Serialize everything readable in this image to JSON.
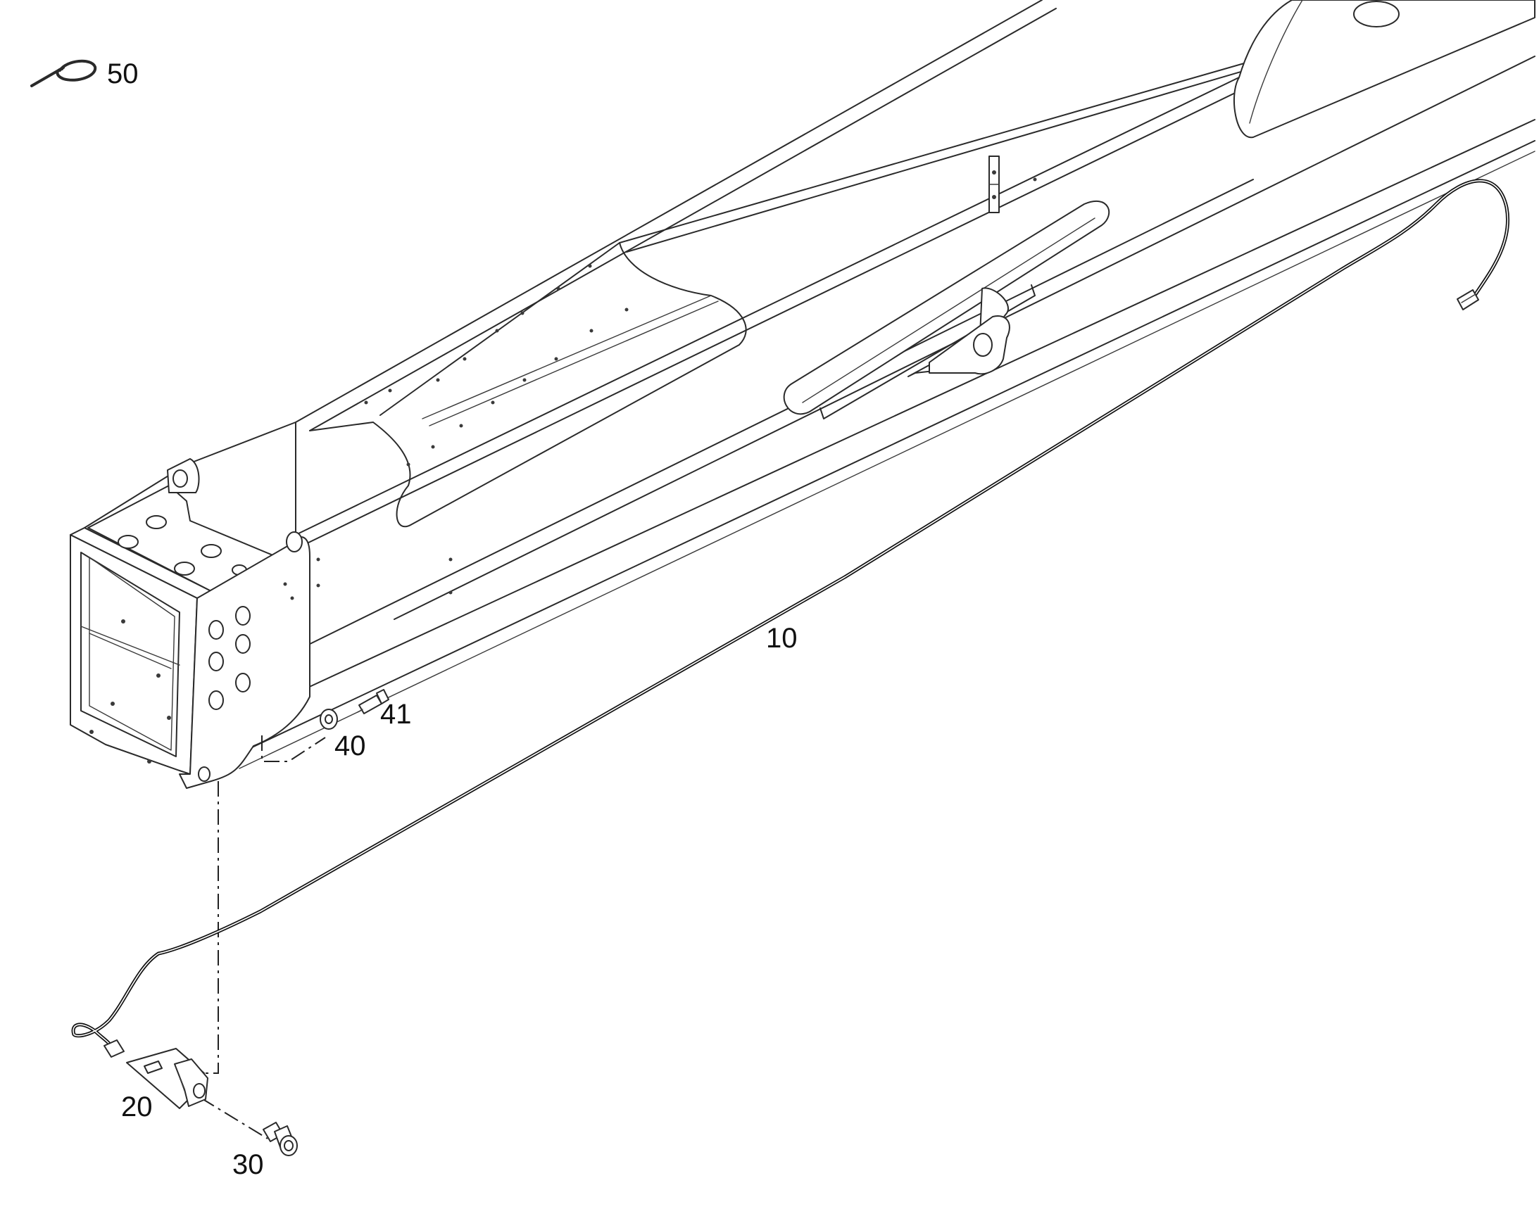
{
  "callouts": {
    "cable_tie": "50",
    "sensor_cable": "10",
    "bolt": "41",
    "washer": "40",
    "sensor_bracket": "20",
    "sensor_plug": "30"
  }
}
